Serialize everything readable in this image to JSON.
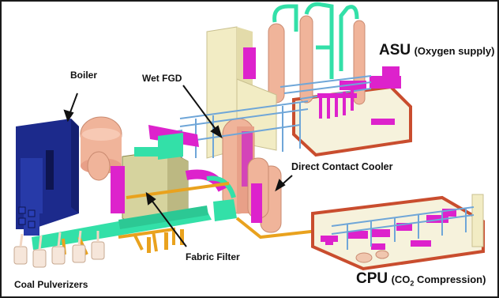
{
  "labels": {
    "boiler": "Boiler",
    "wet_fgd": "Wet FGD",
    "asu": "ASU",
    "asu_sub": "(Oxygen supply)",
    "direct_contact_cooler": "Direct Contact Cooler",
    "fabric_filter": "Fabric Filter",
    "coal_pulverizers": "Coal Pulverizers",
    "cpu": "CPU",
    "cpu_sub_pre": "(CO",
    "cpu_sub_sub": "2",
    "cpu_sub_post": " Compression)"
  },
  "colors": {
    "boiler": "#1c2a8c",
    "frame": "#1a1a1a",
    "pad": "#c94d2e",
    "cream": "#f2ecc4",
    "tan": "#f0b49a",
    "mint": "#33e0a8",
    "magenta": "#dd22cc",
    "orange": "#e9a21e",
    "steel": "#6fa6d8"
  }
}
